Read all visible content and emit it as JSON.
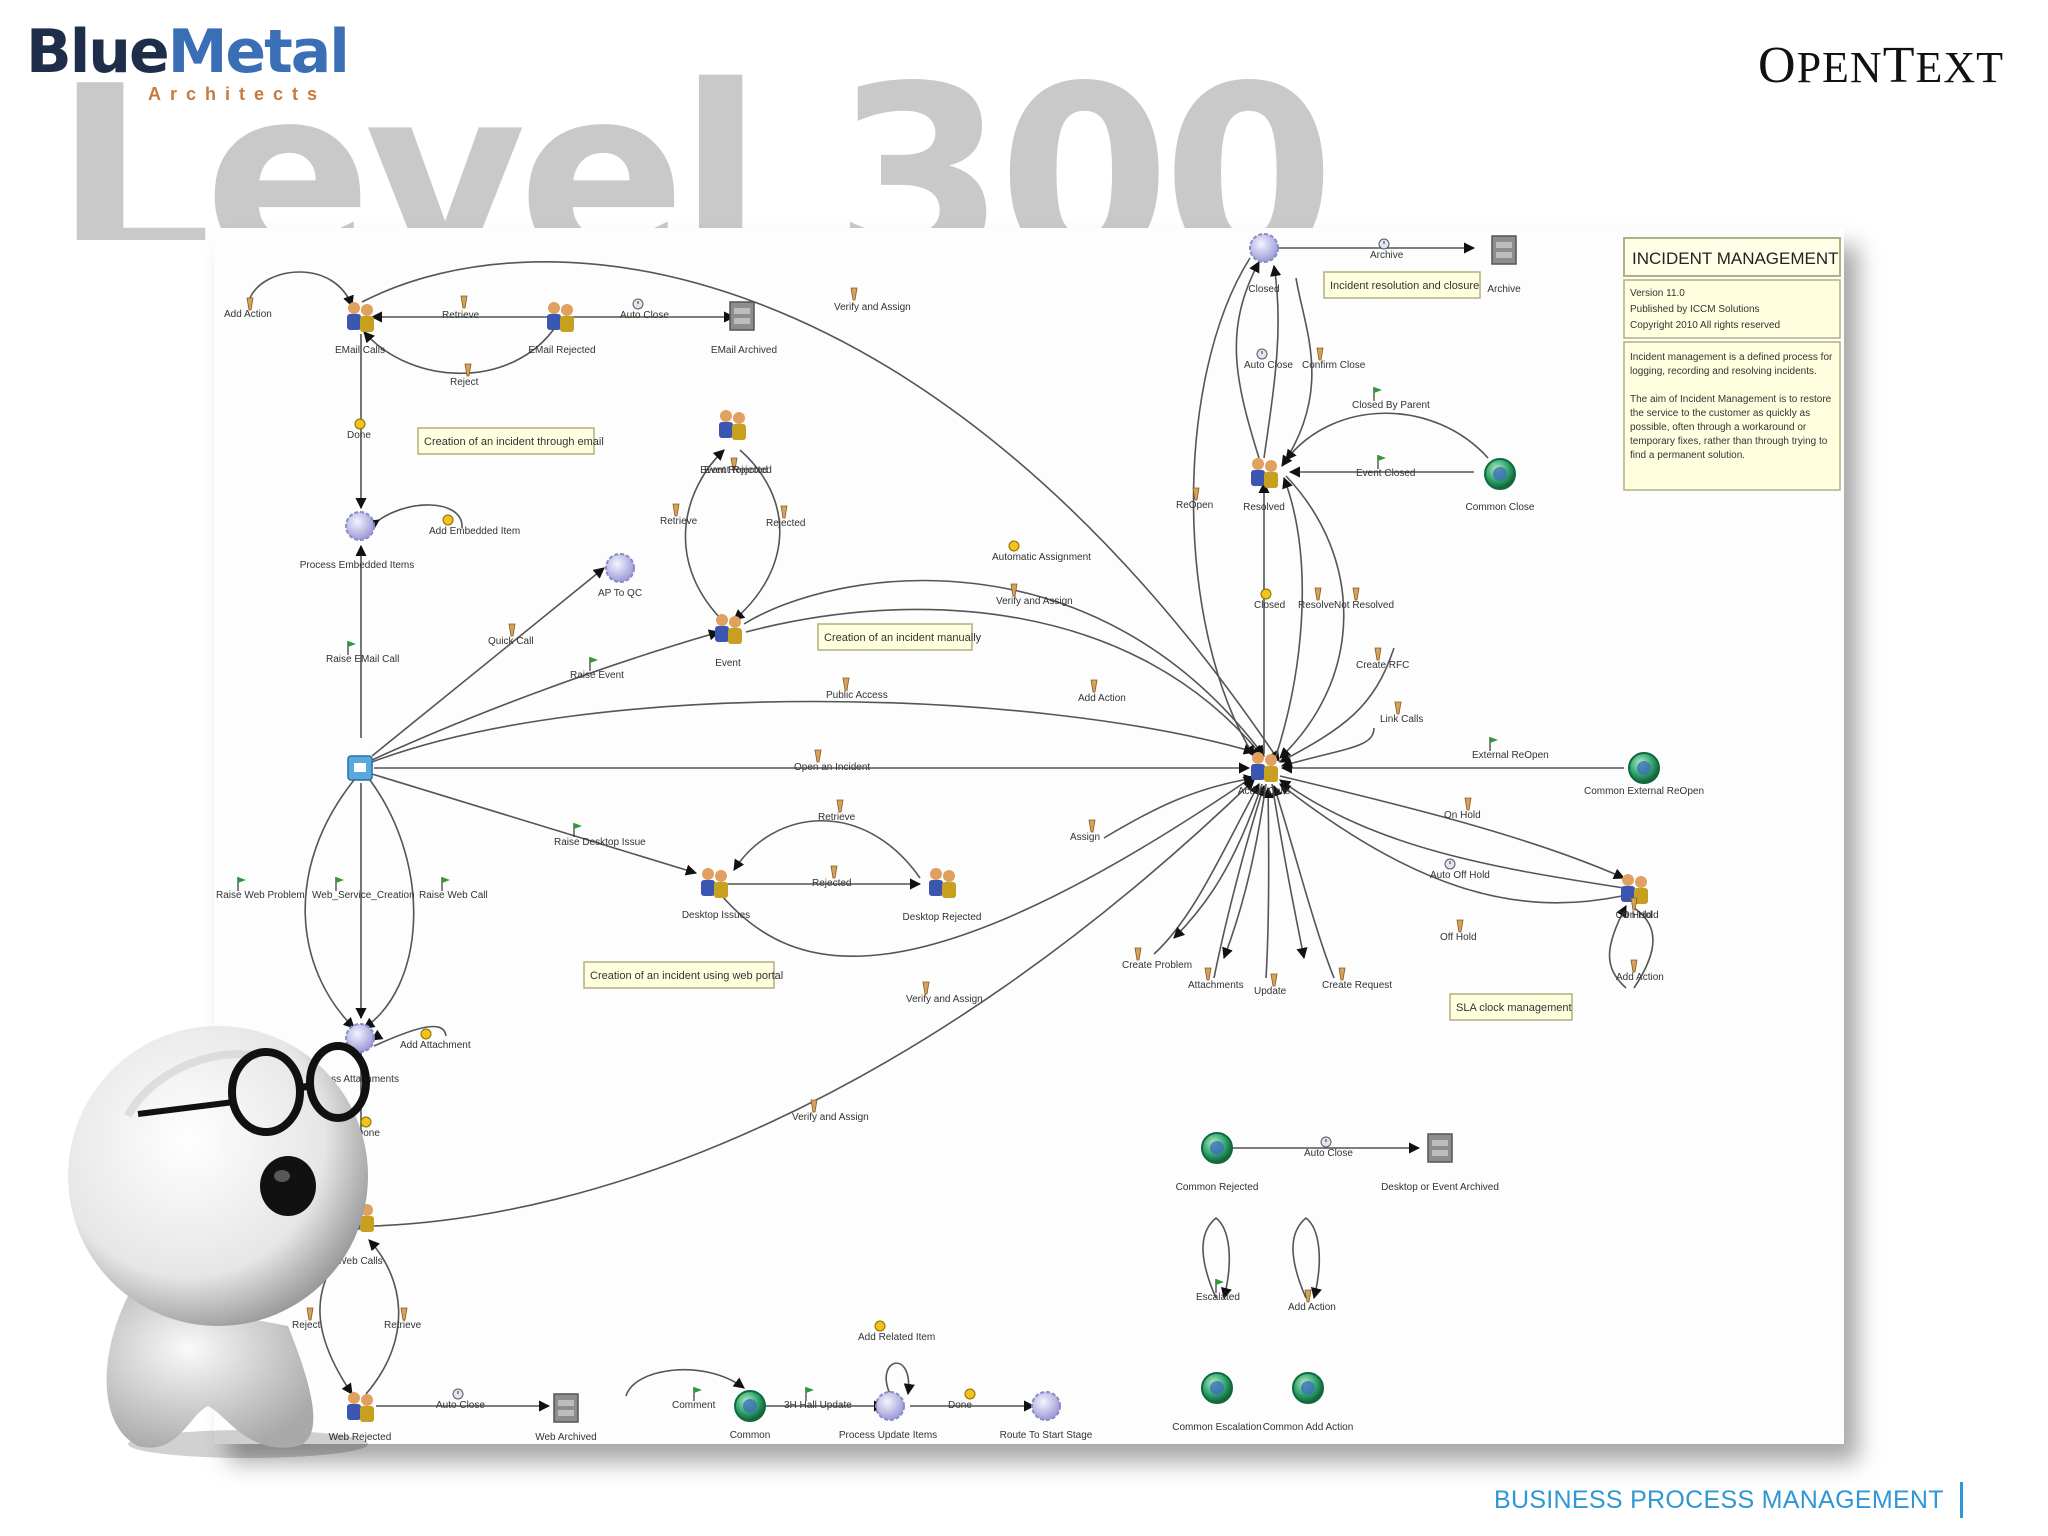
{
  "brand": {
    "left_word": "BlueMetal",
    "left_word_a": "Blue",
    "left_word_b": "Metal",
    "left_sub": "Architects",
    "right": "OpenText",
    "right_a": "O",
    "right_b": "PEN",
    "right_c": "T",
    "right_d": "EXT"
  },
  "title": "Level 300",
  "footer": "BUSINESS PROCESS MANAGEMENT",
  "colors": {
    "title": "#c9c9c9",
    "footer": "#2f97d6",
    "note_fill": "#ffffe0",
    "edge": "#555555"
  },
  "info_box": {
    "title": "INCIDENT MANAGEMENT",
    "meta": [
      "Version 11.0",
      "Published by ICCM Solutions",
      "Copyright 2010 All rights reserved"
    ],
    "body": [
      "Incident management is a defined process for",
      "logging, recording and resolving incidents.",
      "",
      "The aim of Incident Management is to restore",
      "the service to the customer as quickly as",
      "possible, often through a workaround or",
      "temporary fixes, rather than through trying to",
      "find a permanent solution."
    ]
  },
  "notes": [
    {
      "id": "n1",
      "text": "Creation of an incident through email"
    },
    {
      "id": "n2",
      "text": "Creation of an incident manually"
    },
    {
      "id": "n3",
      "text": "Creation of an incident using web portal"
    },
    {
      "id": "n4",
      "text": "Incident resolution and closure"
    },
    {
      "id": "n5",
      "text": "SLA clock management"
    }
  ],
  "nodes": [
    {
      "id": "email-calls",
      "label": "EMail Calls",
      "icon": "people-icon"
    },
    {
      "id": "email-rejected",
      "label": "EMail Rejected",
      "icon": "people-icon"
    },
    {
      "id": "email-archived",
      "label": "EMail Archived",
      "icon": "archive-icon"
    },
    {
      "id": "process-embedded",
      "label": "Process Embedded Items",
      "icon": "gear-icon"
    },
    {
      "id": "ap-to-qc",
      "label": "AP To QC",
      "icon": "gear-icon"
    },
    {
      "id": "event-rejected",
      "label": "Event Rejected",
      "icon": "people-icon"
    },
    {
      "id": "event",
      "label": "Event",
      "icon": "people-icon"
    },
    {
      "id": "start",
      "label": "",
      "icon": "start-icon"
    },
    {
      "id": "desktop-issues",
      "label": "Desktop Issues",
      "icon": "people-icon"
    },
    {
      "id": "desktop-rejected",
      "label": "Desktop Rejected",
      "icon": "people-icon"
    },
    {
      "id": "process-attachments",
      "label": "Process Attachments",
      "icon": "gear-icon"
    },
    {
      "id": "web-calls",
      "label": "Web Calls",
      "icon": "people-icon"
    },
    {
      "id": "web-rejected",
      "label": "Web Rejected",
      "icon": "people-icon"
    },
    {
      "id": "web-archived",
      "label": "Web Archived",
      "icon": "archive-icon"
    },
    {
      "id": "common",
      "label": "Common",
      "icon": "globe-icon"
    },
    {
      "id": "process-update",
      "label": "Process Update Items",
      "icon": "gear-icon"
    },
    {
      "id": "route-start",
      "label": "Route To Start Stage",
      "icon": "gear-icon"
    },
    {
      "id": "closed",
      "label": "Closed",
      "icon": "gear-icon"
    },
    {
      "id": "archive",
      "label": "Archive",
      "icon": "archive-icon"
    },
    {
      "id": "resolved",
      "label": "Resolved",
      "icon": "people-icon"
    },
    {
      "id": "common-close",
      "label": "Common Close",
      "icon": "globe-icon"
    },
    {
      "id": "active-calls",
      "label": "Active Calls",
      "icon": "people-icon"
    },
    {
      "id": "common-ext-reopen",
      "label": "Common External ReOpen",
      "icon": "globe-icon"
    },
    {
      "id": "on-hold",
      "label": "On Hold",
      "icon": "people-icon"
    },
    {
      "id": "common-rejected",
      "label": "Common Rejected",
      "icon": "globe-icon"
    },
    {
      "id": "desktop-event-archived",
      "label": "Desktop or Event Archived",
      "icon": "archive-icon"
    },
    {
      "id": "common-escalation",
      "label": "Common Escalation",
      "icon": "globe-icon"
    },
    {
      "id": "common-add-action",
      "label": "Common Add Action",
      "icon": "globe-icon"
    }
  ],
  "edges": [
    {
      "id": "e1",
      "label": "Add Action",
      "flag": "action"
    },
    {
      "id": "e2",
      "label": "Retrieve",
      "flag": "action"
    },
    {
      "id": "e3",
      "label": "Auto Close",
      "flag": "timer"
    },
    {
      "id": "e4",
      "label": "Reject",
      "flag": "action"
    },
    {
      "id": "e5",
      "label": "Verify and Assign",
      "flag": "action"
    },
    {
      "id": "e6",
      "label": "Done",
      "flag": "auto"
    },
    {
      "id": "e7",
      "label": "Add Embedded Item",
      "flag": "auto"
    },
    {
      "id": "e8",
      "label": "Raise EMail Call",
      "flag": "start"
    },
    {
      "id": "e9",
      "label": "Quick Call",
      "flag": "action"
    },
    {
      "id": "e10",
      "label": "Raise Event",
      "flag": "start"
    },
    {
      "id": "e11",
      "label": "Event Rejected",
      "flag": "action"
    },
    {
      "id": "e12",
      "label": "Retrieve",
      "flag": "action"
    },
    {
      "id": "e13",
      "label": "Rejected",
      "flag": "action"
    },
    {
      "id": "e14",
      "label": "Automatic Assignment",
      "flag": "auto"
    },
    {
      "id": "e15",
      "label": "Verify and Assign",
      "flag": "action"
    },
    {
      "id": "e16",
      "label": "Public Access",
      "flag": "action"
    },
    {
      "id": "e17",
      "label": "Add Action",
      "flag": "action"
    },
    {
      "id": "e18",
      "label": "Open an Incident",
      "flag": "action"
    },
    {
      "id": "e19",
      "label": "Raise Desktop Issue",
      "flag": "start"
    },
    {
      "id": "e20",
      "label": "Retrieve",
      "flag": "action"
    },
    {
      "id": "e21",
      "label": "Rejected",
      "flag": "action"
    },
    {
      "id": "e22",
      "label": "Verify and Assign",
      "flag": "action"
    },
    {
      "id": "e23",
      "label": "Raise Web Problem",
      "flag": "start"
    },
    {
      "id": "e24",
      "label": "Web_Service_Creation",
      "flag": "start"
    },
    {
      "id": "e25",
      "label": "Raise Web Call",
      "flag": "start"
    },
    {
      "id": "e26",
      "label": "Add Attachment",
      "flag": "auto"
    },
    {
      "id": "e27",
      "label": "Done",
      "flag": "auto"
    },
    {
      "id": "e28",
      "label": "Verify and Assign",
      "flag": "action"
    },
    {
      "id": "e29",
      "label": "Reject",
      "flag": "action"
    },
    {
      "id": "e30",
      "label": "Retrieve",
      "flag": "action"
    },
    {
      "id": "e31",
      "label": "Auto Close",
      "flag": "timer"
    },
    {
      "id": "e32",
      "label": "Comment",
      "flag": "start"
    },
    {
      "id": "e33",
      "label": "3H Hall Update",
      "flag": "start"
    },
    {
      "id": "e34",
      "label": "Add Related Item",
      "flag": "auto"
    },
    {
      "id": "e35",
      "label": "Done",
      "flag": "auto"
    },
    {
      "id": "e36",
      "label": "Archive",
      "flag": "timer"
    },
    {
      "id": "e37",
      "label": "Auto Close",
      "flag": "timer"
    },
    {
      "id": "e38",
      "label": "Confirm Close",
      "flag": "action"
    },
    {
      "id": "e39",
      "label": "Closed By Parent",
      "flag": "start"
    },
    {
      "id": "e40",
      "label": "Event Closed",
      "flag": "start"
    },
    {
      "id": "e41",
      "label": "ReOpen",
      "flag": "action"
    },
    {
      "id": "e42",
      "label": "Closed",
      "flag": "auto"
    },
    {
      "id": "e43",
      "label": "Resolve",
      "flag": "action"
    },
    {
      "id": "e44",
      "label": "Not Resolved",
      "flag": "action"
    },
    {
      "id": "e45",
      "label": "Create RFC",
      "flag": "action"
    },
    {
      "id": "e46",
      "label": "Link Calls",
      "flag": "action"
    },
    {
      "id": "e47",
      "label": "External ReOpen",
      "flag": "start"
    },
    {
      "id": "e48",
      "label": "On Hold",
      "flag": "action"
    },
    {
      "id": "e49",
      "label": "Auto Off Hold",
      "flag": "timer"
    },
    {
      "id": "e50",
      "label": "Off Hold",
      "flag": "action"
    },
    {
      "id": "e51",
      "label": "On Hold",
      "flag": "action"
    },
    {
      "id": "e52",
      "label": "Add Action",
      "flag": "action"
    },
    {
      "id": "e53",
      "label": "Assign",
      "flag": "action"
    },
    {
      "id": "e54",
      "label": "Create Problem",
      "flag": "action"
    },
    {
      "id": "e55",
      "label": "Attachments",
      "flag": "action"
    },
    {
      "id": "e56",
      "label": "Update",
      "flag": "action"
    },
    {
      "id": "e57",
      "label": "Create Request",
      "flag": "action"
    },
    {
      "id": "e58",
      "label": "Auto Close",
      "flag": "timer"
    },
    {
      "id": "e59",
      "label": "Escalated",
      "flag": "start"
    },
    {
      "id": "e60",
      "label": "Add Action",
      "flag": "action"
    }
  ]
}
